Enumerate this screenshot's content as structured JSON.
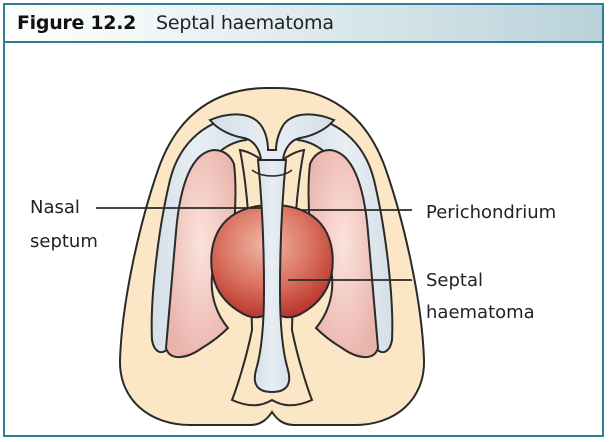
{
  "figure": {
    "label": "Figure 12.2",
    "title": "Septal haematoma"
  },
  "labels": {
    "nasal_septum_line1": "Nasal",
    "nasal_septum_line2": "septum",
    "perichondrium": "Perichondrium",
    "septal_haematoma_line1": "Septal",
    "septal_haematoma_line2": "haematoma"
  },
  "colors": {
    "frame": "#2f7f93",
    "skin": "#fbe7c6",
    "cartilage": "#dde6ee",
    "nostril": "#f2c9c2",
    "haematoma": "#c4453a",
    "outline": "#2a2a2a"
  }
}
